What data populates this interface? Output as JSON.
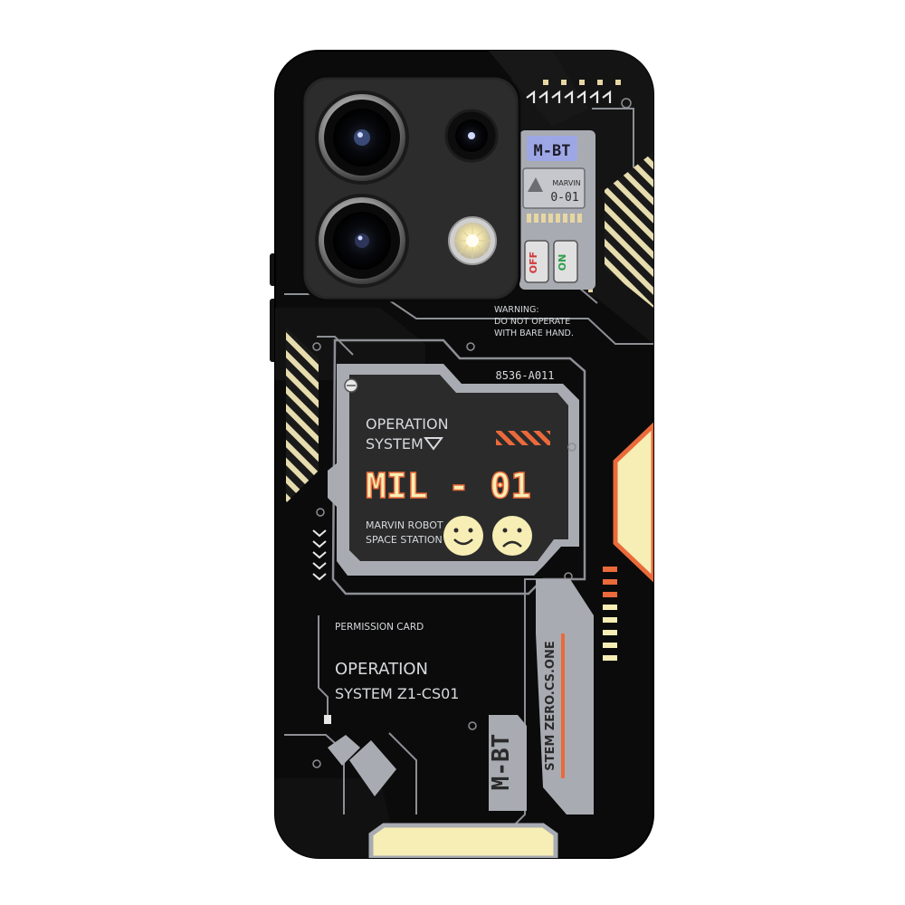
{
  "colors": {
    "background": "#ffffff",
    "case_body": "#0c0c0c",
    "case_edge": "#000000",
    "panel_gray": "#a9abb2",
    "screen_dark": "#2b2b2b",
    "cream": "#f6eeb4",
    "orange": "#ea6a3b",
    "label_blue": "#9ea7e6",
    "switch_red": "#d23b3b",
    "switch_green": "#2e9e4a",
    "text_light": "#d7d9dd",
    "text_dark": "#2a2a2a"
  },
  "top_panel": {
    "badge": "M-BT",
    "brand": "MARVIN",
    "model": "0-01",
    "switch_off": "OFF",
    "switch_on": "ON"
  },
  "warning": {
    "line1": "WARNING:",
    "line2": "DO NOT OPERATE",
    "line3": "WITH BARE HAND."
  },
  "screen": {
    "code": "8536-A011",
    "label_line1": "OPERATION",
    "label_line2": "SYSTEM",
    "title": "MIL - 01",
    "sub_line1": "MARVIN ROBOT",
    "sub_line2": "SPACE STATION",
    "faces": [
      "happy-face",
      "sad-face"
    ]
  },
  "permission": {
    "header": "PERMISSION CARD",
    "line1": "OPERATION",
    "line2": "SYSTEM Z1-CS01"
  },
  "bottom": {
    "tag": "M-BT",
    "vertical_text": "STEM ZERO.CS.ONE"
  },
  "icons": [
    "camera-lens-icon",
    "flash-icon",
    "chevron-arrows-icon",
    "screw-icon",
    "warning-triangle-icon"
  ]
}
